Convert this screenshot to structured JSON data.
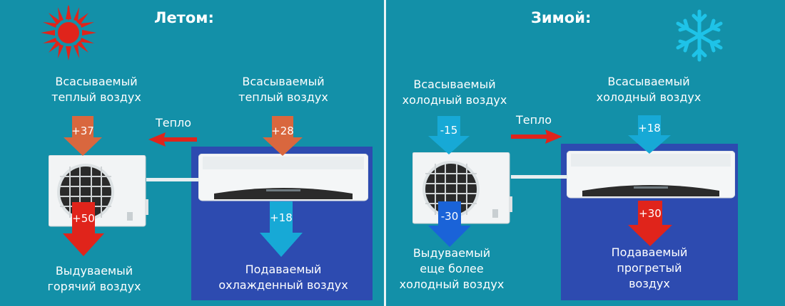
{
  "colors": {
    "background": "#1390a8",
    "room": "#2d4bb0",
    "warm_arrow": "#d9673e",
    "hot_arrow": "#e0241b",
    "cool_arrow": "#17a9d6",
    "cold_arrow": "#1a63d8",
    "heat_arrow": "#e0241b"
  },
  "summer": {
    "title": "Летом:",
    "icon": "sun-icon",
    "outdoor_intake_label": [
      "Всасываемый",
      "теплый воздух"
    ],
    "outdoor_intake_temp": "+37",
    "outdoor_exhaust_temp": "+50",
    "outdoor_exhaust_label": [
      "Выдуваемый",
      "горячий воздух"
    ],
    "heat_flow_label": "Тепло",
    "heat_flow_direction": "indoor-to-outdoor",
    "indoor_intake_label": [
      "Всасываемый",
      "теплый воздух"
    ],
    "indoor_intake_temp": "+28",
    "indoor_supply_temp": "+18",
    "indoor_supply_label": [
      "Подаваемый",
      "охлажденный воздух"
    ]
  },
  "winter": {
    "title": "Зимой:",
    "icon": "snowflake-icon",
    "outdoor_intake_label": [
      "Всасываемый",
      "холодный воздух"
    ],
    "outdoor_intake_temp": "-15",
    "outdoor_exhaust_temp": "-30",
    "outdoor_exhaust_label": [
      "Выдуваемый",
      "еще более",
      "холодный воздух"
    ],
    "heat_flow_label": "Тепло",
    "heat_flow_direction": "outdoor-to-indoor",
    "indoor_intake_label": [
      "Всасываемый",
      "холодный воздух"
    ],
    "indoor_intake_temp": "+18",
    "indoor_supply_temp": "+30",
    "indoor_supply_label": [
      "Подаваемый",
      "прогретый",
      "воздух"
    ]
  }
}
